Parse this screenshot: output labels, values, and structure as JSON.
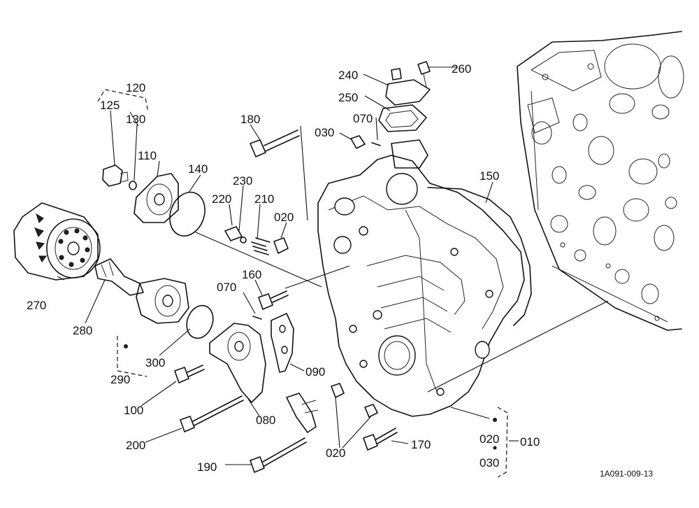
{
  "drawing_code": "1A091-009-13",
  "callouts": [
    {
      "id": "c120",
      "text": "120"
    },
    {
      "id": "c125",
      "text": "125"
    },
    {
      "id": "c130",
      "text": "130"
    },
    {
      "id": "c110",
      "text": "110"
    },
    {
      "id": "c140",
      "text": "140"
    },
    {
      "id": "c180",
      "text": "180"
    },
    {
      "id": "c230",
      "text": "230"
    },
    {
      "id": "c220",
      "text": "220"
    },
    {
      "id": "c210",
      "text": "210"
    },
    {
      "id": "c020a",
      "text": "020"
    },
    {
      "id": "c240",
      "text": "240"
    },
    {
      "id": "c260",
      "text": "260"
    },
    {
      "id": "c250",
      "text": "250"
    },
    {
      "id": "c070a",
      "text": "070"
    },
    {
      "id": "c030a",
      "text": "030"
    },
    {
      "id": "c150",
      "text": "150"
    },
    {
      "id": "c160",
      "text": "160"
    },
    {
      "id": "c070b",
      "text": "070"
    },
    {
      "id": "c270",
      "text": "270"
    },
    {
      "id": "c280",
      "text": "280"
    },
    {
      "id": "c300",
      "text": "300"
    },
    {
      "id": "c290",
      "text": "290"
    },
    {
      "id": "c090",
      "text": "090"
    },
    {
      "id": "c100",
      "text": "100"
    },
    {
      "id": "c080",
      "text": "080"
    },
    {
      "id": "c200",
      "text": "200"
    },
    {
      "id": "c020b",
      "text": "020"
    },
    {
      "id": "c170",
      "text": "170"
    },
    {
      "id": "c020c",
      "text": "020"
    },
    {
      "id": "c010",
      "text": "010"
    },
    {
      "id": "c030b",
      "text": "030"
    },
    {
      "id": "c190",
      "text": "190"
    }
  ]
}
